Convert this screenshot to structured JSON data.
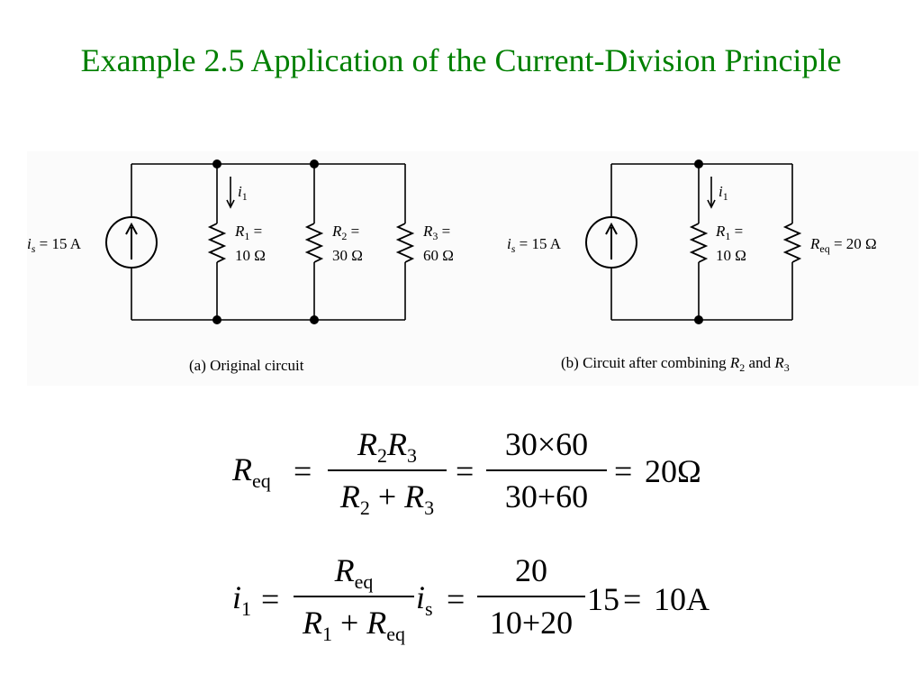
{
  "title": "Example 2.5 Application of the Current-Division Principle",
  "circuit_a": {
    "source_label_var": "i",
    "source_label_sub": "s",
    "source_label_value": " = 15 A",
    "current_var": "i",
    "current_sub": "1",
    "resistors": [
      {
        "var": "R",
        "sub": "1",
        "eq": " =",
        "value": "10 Ω"
      },
      {
        "var": "R",
        "sub": "2",
        "eq": " =",
        "value": "30 Ω"
      },
      {
        "var": "R",
        "sub": "3",
        "eq": " =",
        "value": "60 Ω"
      }
    ],
    "caption": "(a) Original circuit"
  },
  "circuit_b": {
    "source_label_var": "i",
    "source_label_sub": "s",
    "source_label_value": " = 15 A",
    "current_var": "i",
    "current_sub": "1",
    "r1": {
      "var": "R",
      "sub": "1",
      "eq": " =",
      "value": "10 Ω"
    },
    "req": {
      "var": "R",
      "sub": "eq",
      "value": " = 20 Ω"
    },
    "caption_prefix": "(b) Circuit after combining ",
    "caption_r2_var": "R",
    "caption_r2_sub": "2",
    "caption_and": " and ",
    "caption_r3_var": "R",
    "caption_r3_sub": "3"
  },
  "equation1": {
    "lhs_var": "R",
    "lhs_sub": "eq",
    "equals": "=",
    "num_a_var": "R",
    "num_a_sub": "2",
    "num_b_var": "R",
    "num_b_sub": "3",
    "den_a_var": "R",
    "den_a_sub": "2",
    "den_plus": "+",
    "den_b_var": "R",
    "den_b_sub": "3",
    "frac2_num": "30×60",
    "frac2_den": "30+60",
    "result": "20Ω"
  },
  "equation2": {
    "lhs_var": "i",
    "lhs_sub": "1",
    "equals": "=",
    "num_var": "R",
    "num_sub": "eq",
    "den_a_var": "R",
    "den_a_sub": "1",
    "den_plus": "+",
    "den_b_var": "R",
    "den_b_sub": "eq",
    "is_var": "i",
    "is_sub": "s",
    "frac2_num": "20",
    "frac2_den": "10+20",
    "multiplier": "15",
    "result": "10A"
  }
}
